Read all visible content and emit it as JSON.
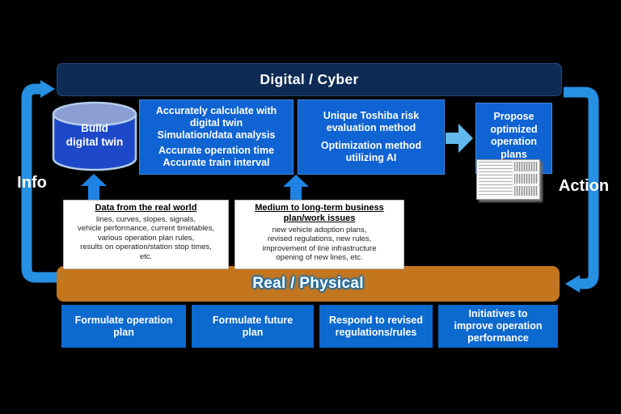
{
  "title_banner": {
    "label": "Digital / Cyber"
  },
  "side_labels": {
    "left": "Info",
    "right": "Action"
  },
  "digital_twin_cylinder": {
    "icon": "database-cylinder-icon",
    "lines": [
      "Build",
      "digital twin"
    ]
  },
  "calc_box": {
    "top_lines": [
      "Accurately calculate with",
      "digital twin",
      "Simulation/data analysis"
    ],
    "bottom_lines": [
      "Accurate operation time",
      "Accurate train interval"
    ]
  },
  "risk_box": {
    "top_lines": [
      "Unique Toshiba risk",
      "evaluation method"
    ],
    "bottom_lines": [
      "Optimization method",
      "utilizing AI"
    ]
  },
  "propose_box": {
    "lines": [
      "Propose",
      "optimized",
      "operation",
      "plans"
    ],
    "icon": "spreadsheet-table-icon"
  },
  "real_world_box": {
    "heading": "Data from the real world",
    "lines": [
      "lines, curves, slopes, signals,",
      "vehicle performance, current timetables,",
      "various operation plan rules,",
      "results on operation/station stop times,",
      "etc."
    ]
  },
  "business_box": {
    "heading_lines": [
      "Medium to long-term business",
      "plan/work issues"
    ],
    "lines": [
      "new vehicle adoption plans,",
      "revised regulations, new rules,",
      "improvement of line infrastructure",
      "opening of new lines, etc."
    ]
  },
  "real_physical_banner": {
    "label": "Real / Physical"
  },
  "bottom_boxes": [
    {
      "lines": [
        "Formulate operation",
        "plan"
      ]
    },
    {
      "lines": [
        "Formulate future",
        "plan"
      ]
    },
    {
      "lines": [
        "Respond to revised",
        "regulations/rules"
      ]
    },
    {
      "lines": [
        "Initiatives to",
        "improve operation",
        "performance"
      ]
    }
  ],
  "colors": {
    "background": "#000000",
    "cyber_navy": "#0e2b55",
    "box_blue": "#0f63d2",
    "bottom_box_blue": "#0c69ce",
    "flow_arrow_blue": "#2690e2",
    "up_arrow_blue": "#1e83e2",
    "light_arrow_blue": "#63b8ee",
    "real_orange": "#c4761f",
    "cylinder_blue": "#1d49c8",
    "cylinder_top_blue": "#8b9fd4"
  }
}
